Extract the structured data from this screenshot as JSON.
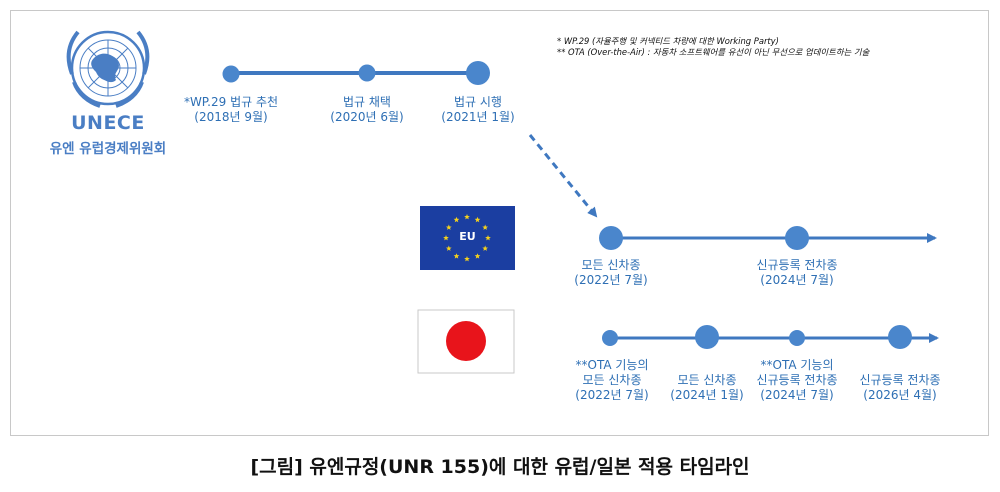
{
  "org": {
    "name": "UNECE",
    "korean_name": "유엔 유럽경제위원회"
  },
  "notes": [
    "* WP.29 (자율주행 및 커넥티드 차량에 대한 Working Party)",
    "** OTA (Over-the-Air) : 자동차 소프트웨어를 유선이 아닌 무선으로 업데이트하는 기술"
  ],
  "unece_timeline": [
    {
      "line1": "*WP.29 법규 추천",
      "line2": "(2018년 9월)"
    },
    {
      "line1": "법규 채택",
      "line2": "(2020년 6월)"
    },
    {
      "line1": "법규 시행",
      "line2": "(2021년 1월)"
    }
  ],
  "eu": {
    "flag_label": "EU",
    "timeline": [
      {
        "line1": "모든 신차종",
        "line2": "(2022년 7월)"
      },
      {
        "line1": "신규등록 전차종",
        "line2": "(2024년 7월)"
      }
    ]
  },
  "japan": {
    "timeline": [
      {
        "line1": "**OTA 기능의",
        "line2": "모든 신차종",
        "line3": "(2022년 7월)"
      },
      {
        "line1": "모든 신차종",
        "line2": "(2024년 1월)"
      },
      {
        "line1": "**OTA 기능의",
        "line2": "신규등록 전차종",
        "line3": "(2024년 7월)"
      },
      {
        "line1": "신규등록 전차종",
        "line2": "(2026년 4월)"
      }
    ]
  },
  "caption": "[그림] 유엔규정(UNR 155)에 대한 유럽/일본 적용 타임라인",
  "colors": {
    "timeline": "#3f78c0",
    "label": "#2e6fb4",
    "eu_flag": "#1b3ea1",
    "eu_star": "#f6d21c",
    "japan_disc": "#e8141b"
  }
}
